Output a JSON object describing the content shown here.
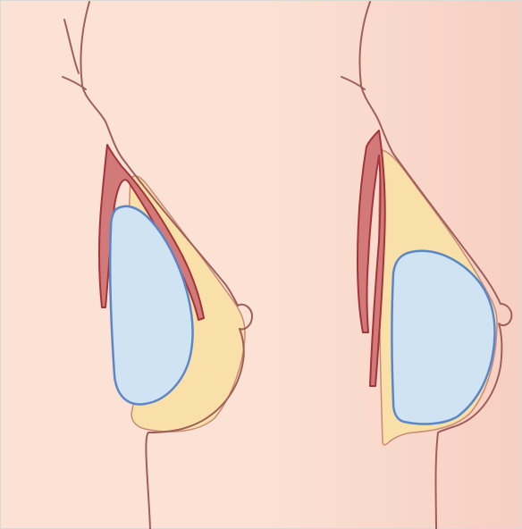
{
  "figure": {
    "panels": [
      {
        "name": "left",
        "implant_placement": "submuscular"
      },
      {
        "name": "right",
        "implant_placement": "subglandular"
      }
    ]
  },
  "colors": {
    "skin_left": "#fbe2d4",
    "skin_right_light": "#fbe2d4",
    "skin_right_dark": "#f6cfc2",
    "skin_outline": "#a0605a",
    "gland_fill": "#f8e0a8",
    "gland_outline": "#c98a78",
    "muscle_fill": "#d27a7a",
    "muscle_outline": "#a4343a",
    "implant_fill": "#cfe3f3",
    "implant_outline": "#5b86c7"
  }
}
